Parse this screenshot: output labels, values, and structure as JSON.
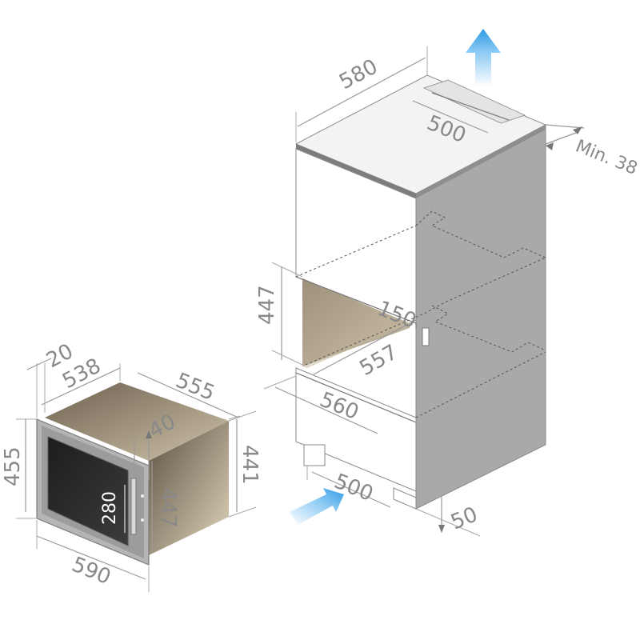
{
  "colors": {
    "cabinet_side": "#a9a9a9",
    "cabinet_front": "#ffffff",
    "cabinet_top": "#f2f2f2",
    "niche_dark": "#6e6252",
    "niche_light": "#cbbfa7",
    "appliance_frame": "#9a9a9a",
    "appliance_glass": "#2a2a2a",
    "airflow_arrow": "#3aa0e6",
    "dimension_text": "#888888"
  },
  "icons": {
    "airflow_out": "arrow-up-icon",
    "airflow_in": "arrow-right-icon"
  },
  "cabinet": {
    "dims": {
      "width_top": "580",
      "vent_width": "500",
      "min_gap": "Min. 38",
      "niche_height": "447",
      "niche_depth": "150",
      "niche_width": "557",
      "inner_width": "560",
      "bottom_vent": "500",
      "plinth": "50"
    }
  },
  "appliance": {
    "dims": {
      "frame": "20",
      "body_width": "538",
      "depth": "555",
      "front_height": "455",
      "inset": "40",
      "body_height": "447",
      "side_height": "441",
      "front_width": "590",
      "door_height": "280"
    }
  }
}
